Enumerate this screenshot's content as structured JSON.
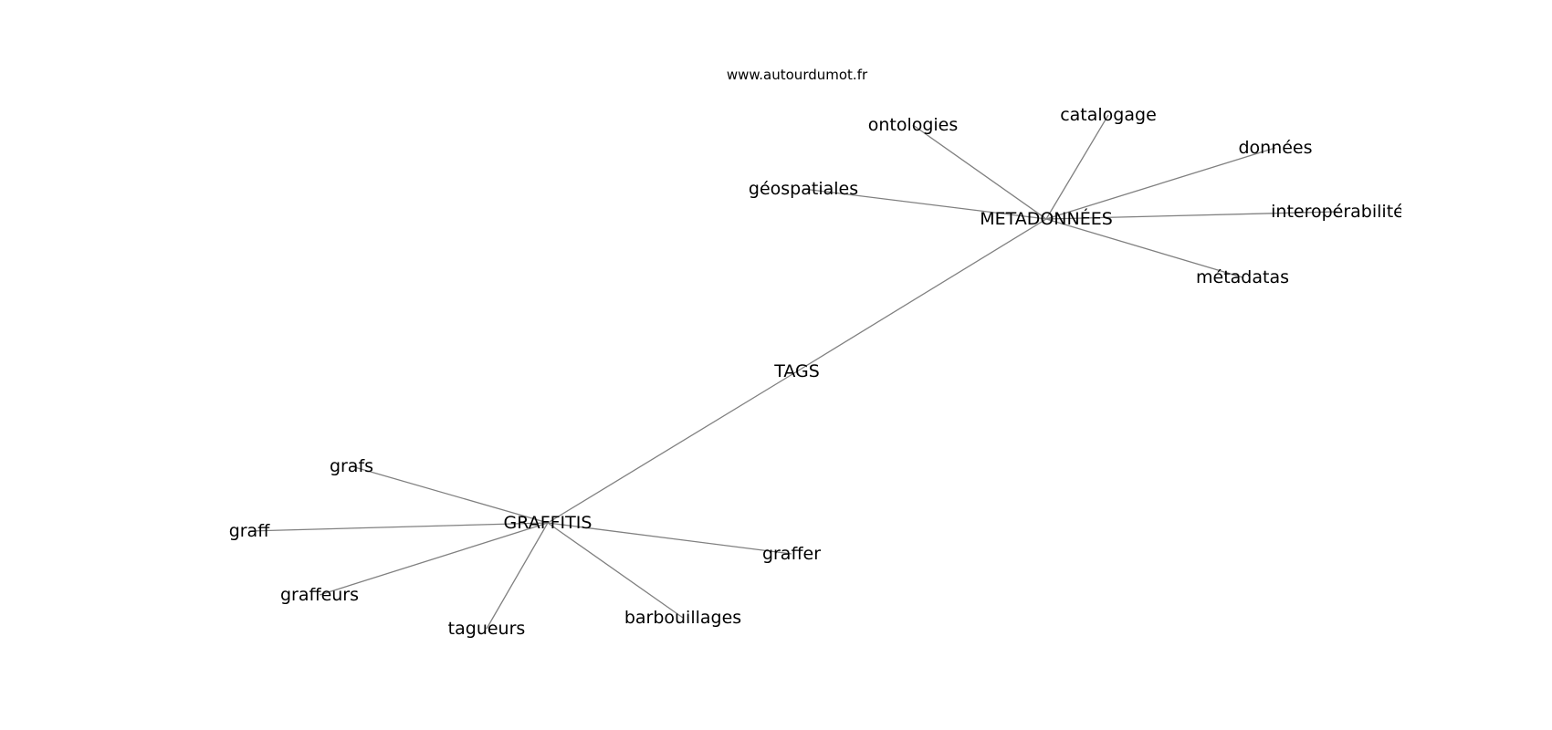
{
  "site": "www.autourdumot.fr",
  "colors": {
    "edge": "#808080",
    "text": "#000000",
    "background": "#ffffff"
  },
  "nodes": [
    {
      "id": "tags",
      "label": "TAGS"
    },
    {
      "id": "metadonnees",
      "label": "METADONNÉES"
    },
    {
      "id": "graffitis",
      "label": "GRAFFITIS"
    },
    {
      "id": "ontologies",
      "label": "ontologies"
    },
    {
      "id": "catalogage",
      "label": "catalogage"
    },
    {
      "id": "donnees",
      "label": "données"
    },
    {
      "id": "geospatiales",
      "label": "géospatiales"
    },
    {
      "id": "interoperabilite",
      "label": "interopérabilité"
    },
    {
      "id": "metadatas",
      "label": "métadatas"
    },
    {
      "id": "grafs",
      "label": "grafs"
    },
    {
      "id": "graff",
      "label": "graff"
    },
    {
      "id": "graffer",
      "label": "graffer"
    },
    {
      "id": "graffeurs",
      "label": "graffeurs"
    },
    {
      "id": "barbouillages",
      "label": "barbouillages"
    },
    {
      "id": "tagueurs",
      "label": "tagueurs"
    }
  ],
  "edges": [
    [
      "tags",
      "metadonnees"
    ],
    [
      "tags",
      "graffitis"
    ],
    [
      "metadonnees",
      "ontologies"
    ],
    [
      "metadonnees",
      "catalogage"
    ],
    [
      "metadonnees",
      "donnees"
    ],
    [
      "metadonnees",
      "geospatiales"
    ],
    [
      "metadonnees",
      "interoperabilite"
    ],
    [
      "metadonnees",
      "metadatas"
    ],
    [
      "graffitis",
      "grafs"
    ],
    [
      "graffitis",
      "graff"
    ],
    [
      "graffitis",
      "graffer"
    ],
    [
      "graffitis",
      "graffeurs"
    ],
    [
      "graffitis",
      "barbouillages"
    ],
    [
      "graffitis",
      "tagueurs"
    ]
  ]
}
